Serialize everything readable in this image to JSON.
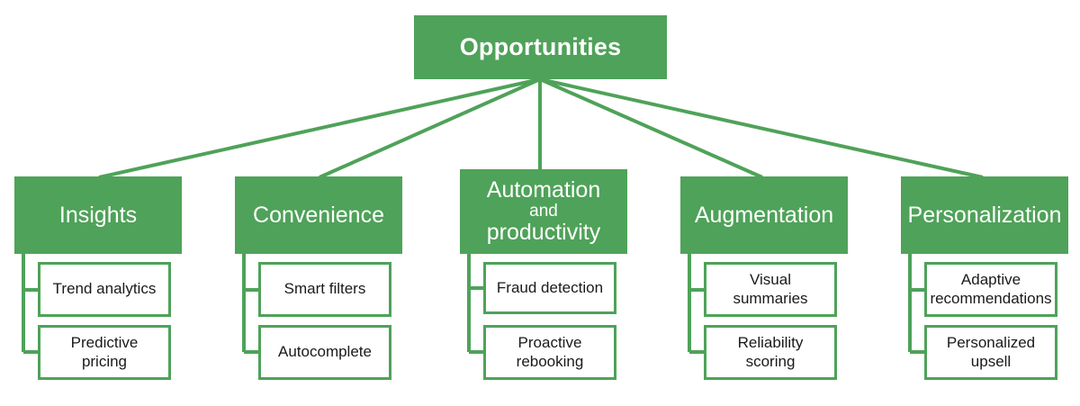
{
  "diagram": {
    "type": "tree",
    "orientation": "top-down",
    "colors": {
      "accent_green": "#4FA259",
      "node_text_light": "#FFFFFF",
      "leaf_text_dark": "#1A1A1A",
      "background": "#FFFFFF"
    },
    "root": {
      "label": "Opportunities"
    },
    "branches": [
      {
        "label": "Insights",
        "label_lines": [
          "Insights"
        ],
        "children": [
          {
            "label": "Trend analytics",
            "label_lines": [
              "Trend analytics"
            ]
          },
          {
            "label": "Predictive pricing",
            "label_lines": [
              "Predictive",
              "pricing"
            ]
          }
        ]
      },
      {
        "label": "Convenience",
        "label_lines": [
          "Convenience"
        ],
        "children": [
          {
            "label": "Smart filters",
            "label_lines": [
              "Smart filters"
            ]
          },
          {
            "label": "Autocomplete",
            "label_lines": [
              "Autocomplete"
            ]
          }
        ]
      },
      {
        "label": "Automation and productivity",
        "label_lines": [
          "Automation",
          "and",
          "productivity"
        ],
        "children": [
          {
            "label": "Fraud detection",
            "label_lines": [
              "Fraud detection"
            ]
          },
          {
            "label": "Proactive rebooking",
            "label_lines": [
              "Proactive",
              "rebooking"
            ]
          }
        ]
      },
      {
        "label": "Augmentation",
        "label_lines": [
          "Augmentation"
        ],
        "children": [
          {
            "label": "Visual summaries",
            "label_lines": [
              "Visual",
              "summaries"
            ]
          },
          {
            "label": "Reliability scoring",
            "label_lines": [
              "Reliability",
              "scoring"
            ]
          }
        ]
      },
      {
        "label": "Personalization",
        "label_lines": [
          "Personalization"
        ],
        "children": [
          {
            "label": "Adaptive recommendations",
            "label_lines": [
              "Adaptive",
              "recommendations"
            ]
          },
          {
            "label": "Personalized upsell",
            "label_lines": [
              "Personalized",
              "upsell"
            ]
          }
        ]
      }
    ]
  }
}
